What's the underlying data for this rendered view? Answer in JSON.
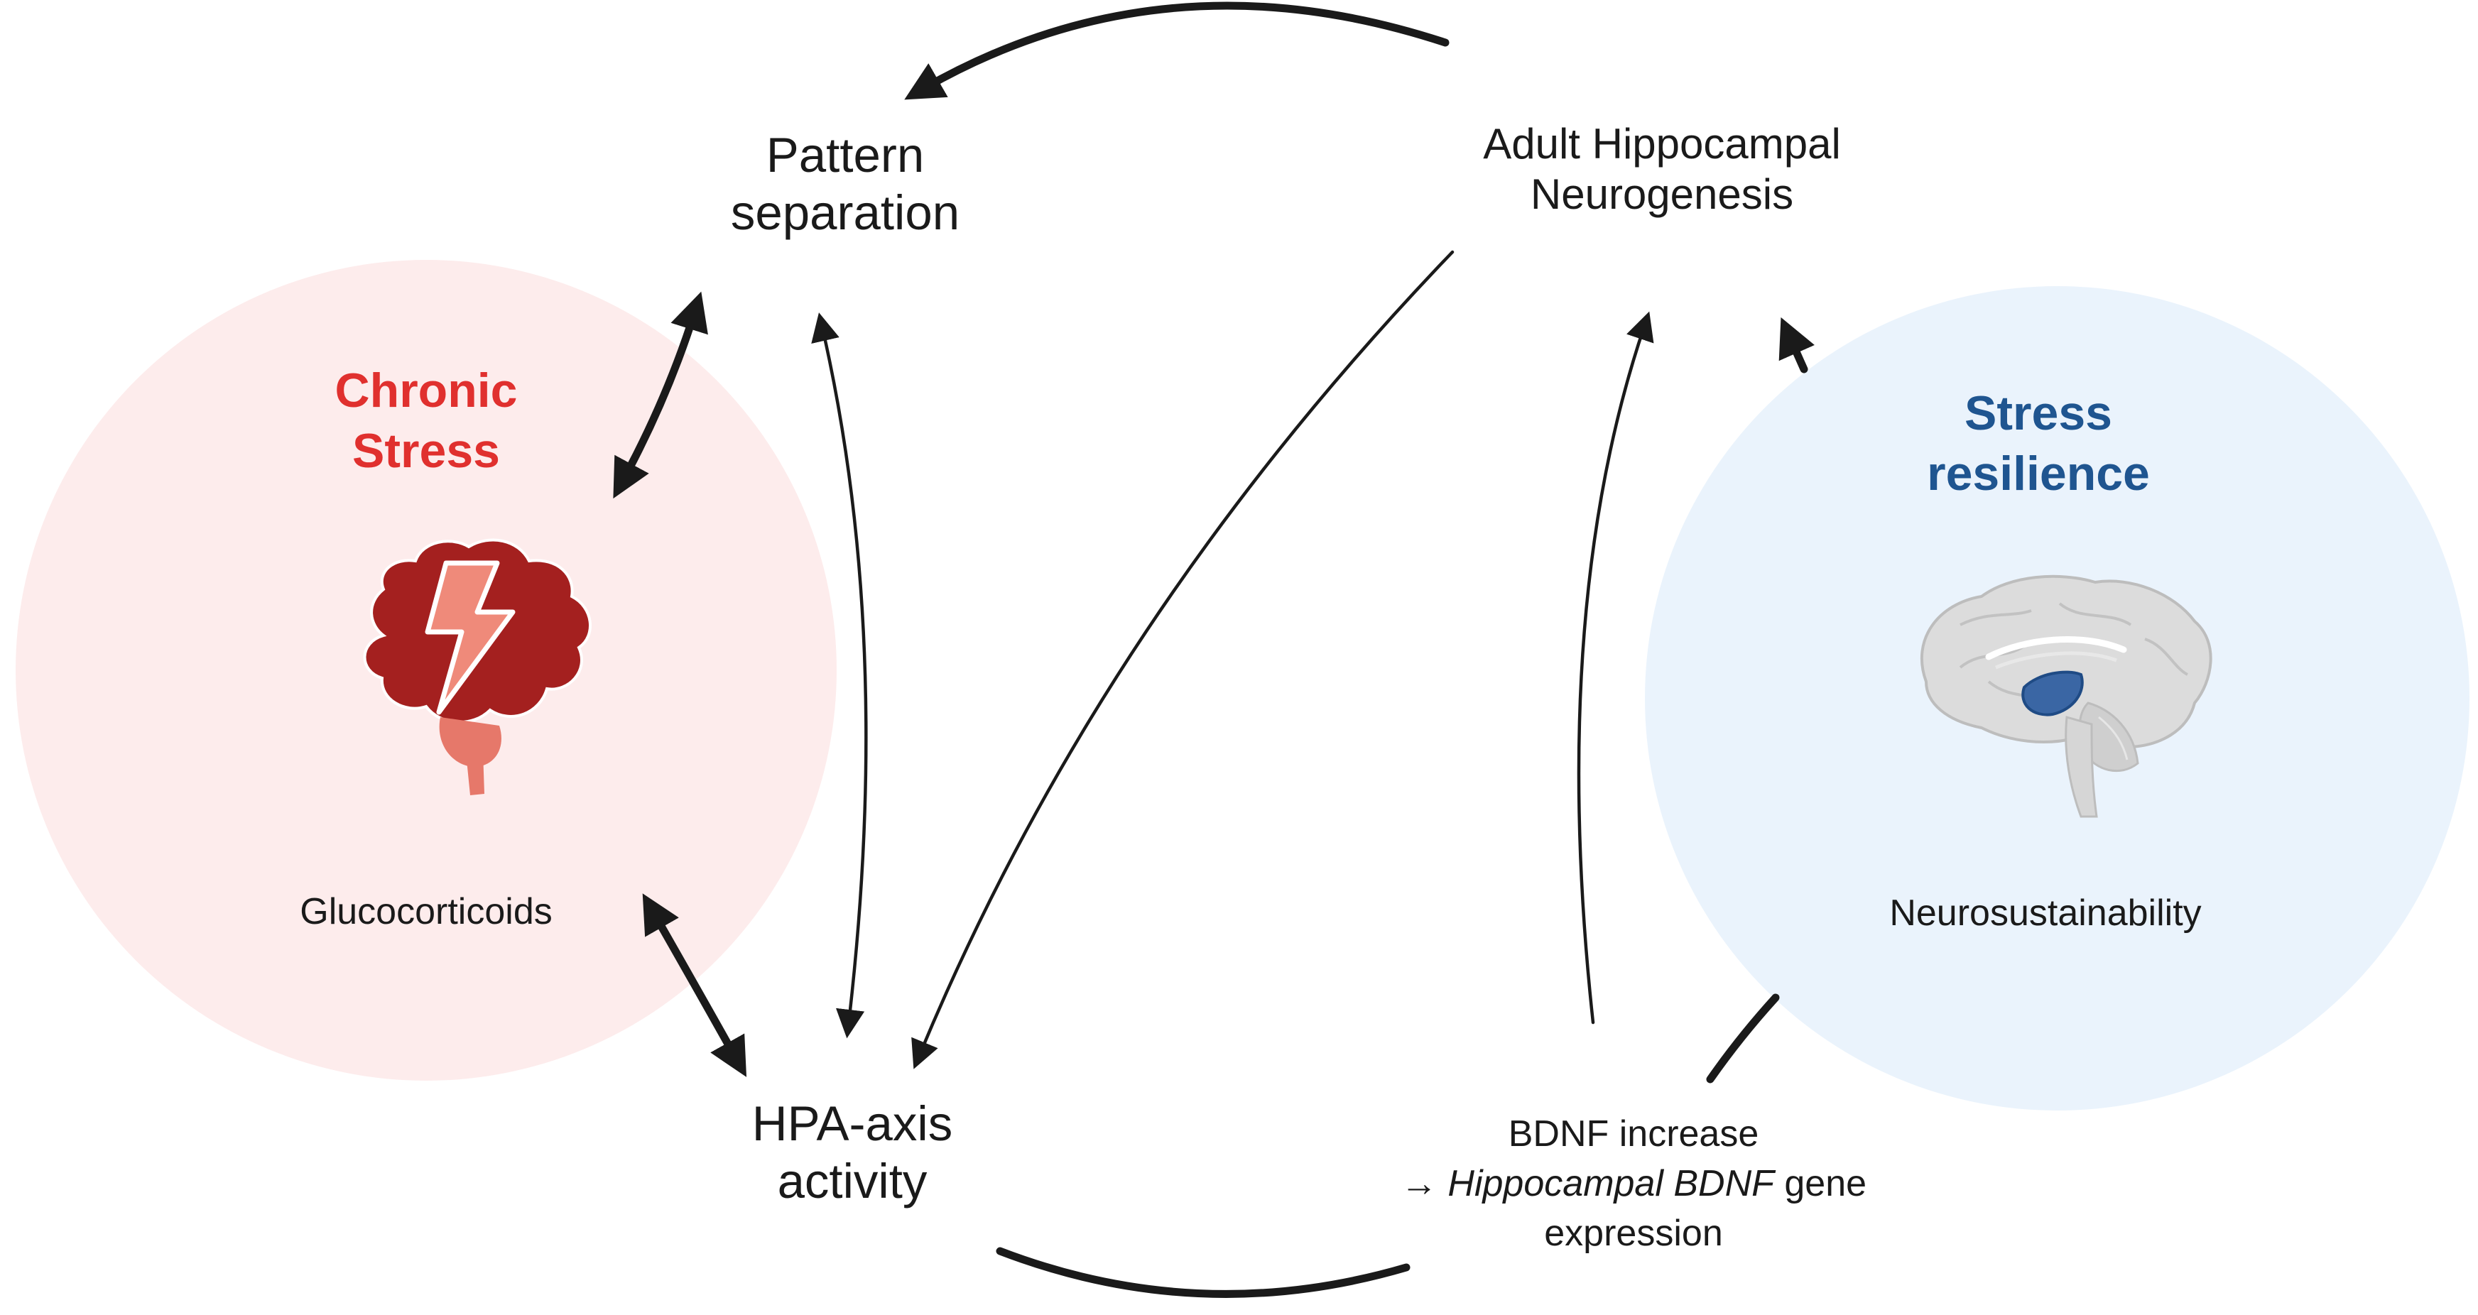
{
  "nodes": {
    "pattern_separation": {
      "line1": "Pattern",
      "line2": "separation"
    },
    "adult_neurogenesis": {
      "line1": "Adult Hippocampal",
      "line2": "Neurogenesis"
    },
    "hpa_axis": {
      "line1": "HPA-axis",
      "line2": "activity"
    },
    "bdnf": {
      "line1": "BDNF increase",
      "line2_arrow": "→ ",
      "line2_italic": "Hippocampal BDNF",
      "line2_rest": " gene",
      "line3": "expression"
    }
  },
  "chronic_stress": {
    "title_line1": "Chronic",
    "title_line2": "Stress",
    "sublabel": "Glucocorticoids",
    "icon": "brain-lightning-icon",
    "color": "#e0302e",
    "bg_color": "#fdecec"
  },
  "stress_resilience": {
    "title_line1": "Stress",
    "title_line2": "resilience",
    "sublabel": "Neurosustainability",
    "icon": "brain-hippocampus-icon",
    "color": "#1f5590",
    "bg_color": "#eaf3fc"
  }
}
